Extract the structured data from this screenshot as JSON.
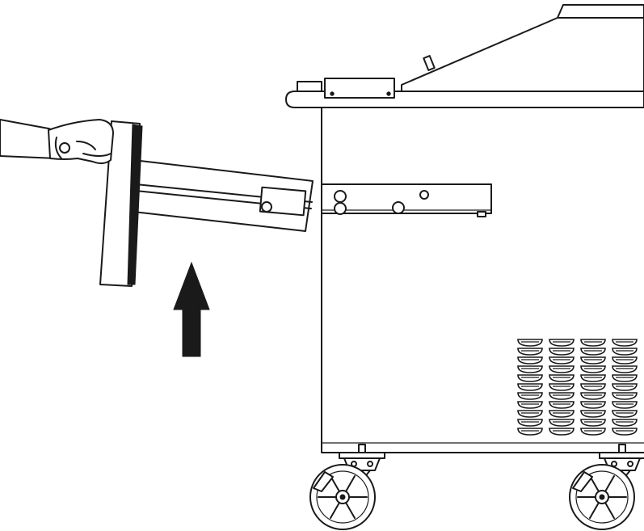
{
  "figure": {
    "kind": "line-drawing",
    "depicts": [
      "hand-icon",
      "sealing-bar-icon",
      "up-arrow-icon",
      "machine-body",
      "caster-wheel-icon"
    ],
    "colors": {
      "line": "#1a1a1a",
      "background": "#ffffff"
    },
    "arrow_direction": "up"
  }
}
